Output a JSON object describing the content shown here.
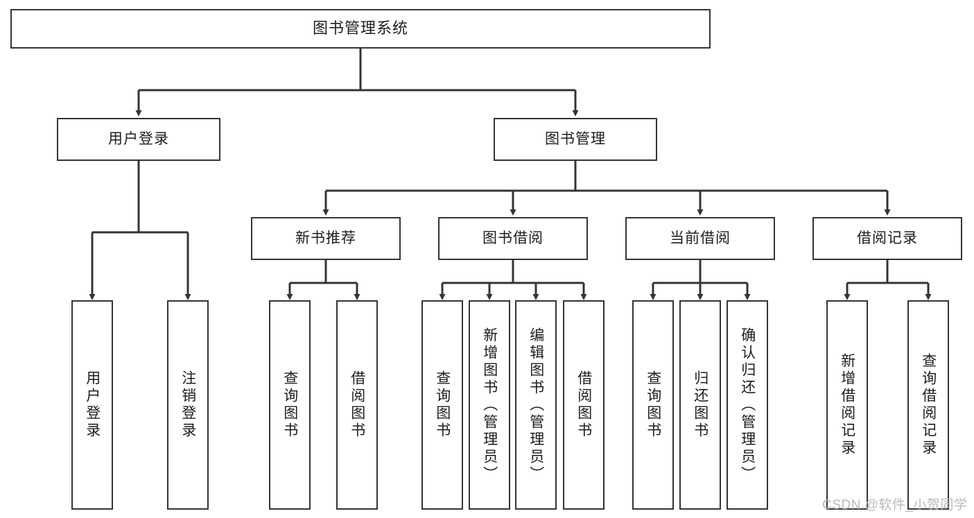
{
  "diagram": {
    "title": "图书管理系统",
    "type": "hierarchy-tree",
    "watermark": "CSDN @软件_小贺同学",
    "colors": {
      "box_border": "#33333a",
      "box_fill": "#ffffff",
      "connector": "#33333a",
      "text": "#1c1c22",
      "watermark": "#b9b9bd",
      "background": "#ffffff"
    },
    "levels": [
      {
        "level": 1,
        "nodes": [
          {
            "id": "root",
            "label": "图书管理系统"
          }
        ]
      },
      {
        "level": 2,
        "nodes": [
          {
            "id": "user-login",
            "label": "用户登录"
          },
          {
            "id": "book-manage",
            "label": "图书管理"
          }
        ]
      },
      {
        "level": 3,
        "nodes": [
          {
            "id": "new-book-rec",
            "label": "新书推荐"
          },
          {
            "id": "book-borrow",
            "label": "图书借阅"
          },
          {
            "id": "current-borrow",
            "label": "当前借阅"
          },
          {
            "id": "borrow-record",
            "label": "借阅记录"
          }
        ]
      },
      {
        "level": 4,
        "nodes": [
          {
            "id": "leaf-user-login",
            "label": "用户登录",
            "parent": "user-login"
          },
          {
            "id": "leaf-logout",
            "label": "注销登录",
            "parent": "user-login"
          },
          {
            "id": "leaf-query-book-1",
            "label": "查询图书",
            "parent": "new-book-rec"
          },
          {
            "id": "leaf-borrow-book-1",
            "label": "借阅图书",
            "parent": "new-book-rec"
          },
          {
            "id": "leaf-query-book-2",
            "label": "查询图书",
            "parent": "book-borrow"
          },
          {
            "id": "leaf-add-book",
            "label": "新增图书（管理员）",
            "parent": "book-borrow"
          },
          {
            "id": "leaf-edit-book",
            "label": "编辑图书（管理员）",
            "parent": "book-borrow"
          },
          {
            "id": "leaf-borrow-book-2",
            "label": "借阅图书",
            "parent": "book-borrow"
          },
          {
            "id": "leaf-query-book-3",
            "label": "查询图书",
            "parent": "current-borrow"
          },
          {
            "id": "leaf-return-book",
            "label": "归还图书",
            "parent": "current-borrow"
          },
          {
            "id": "leaf-confirm-return",
            "label": "确认归还（管理员）",
            "parent": "current-borrow"
          },
          {
            "id": "leaf-add-record",
            "label": "新增借阅记录",
            "parent": "borrow-record"
          },
          {
            "id": "leaf-query-record",
            "label": "查询借阅记录",
            "parent": "borrow-record"
          }
        ]
      }
    ]
  }
}
